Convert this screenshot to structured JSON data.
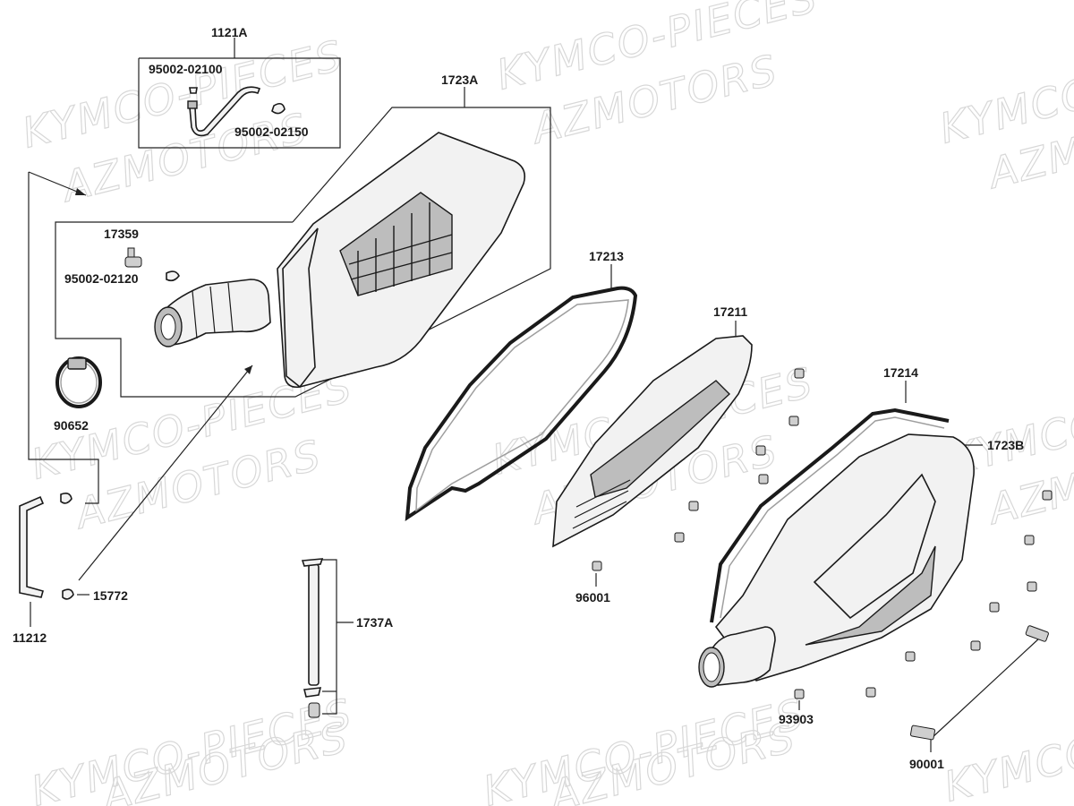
{
  "watermark": {
    "line1": "KYMCO-PIECES",
    "line2": "AZMOTORS"
  },
  "labels": {
    "p1121A": "1121A",
    "p95002_02100": "95002-02100",
    "p95002_02150": "95002-02150",
    "p1723A": "1723A",
    "p17359": "17359",
    "p95002_02120": "95002-02120",
    "p90652": "90652",
    "p15772": "15772",
    "p11212": "11212",
    "p1737A": "1737A",
    "p17213": "17213",
    "p17211": "17211",
    "p96001": "96001",
    "p17214": "17214",
    "p1723B": "1723B",
    "p93903": "93903",
    "p90001": "90001"
  }
}
